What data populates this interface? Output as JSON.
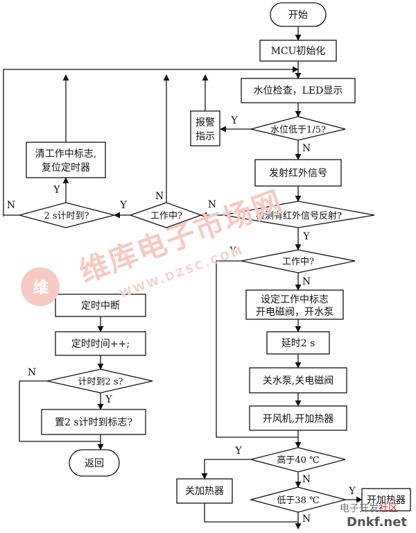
{
  "nodes": {
    "start": "开始",
    "mcu_init": "MCU初始化",
    "water_check": "水位检查，LED显示",
    "water_low": "水位低于1/5?",
    "alarm_line1": "报警",
    "alarm_line2": "指示",
    "ir_emit": "发射红外信号",
    "ir_detect": "检测有红外信号反射?",
    "working_left": "工作中?",
    "timer_2s_check": "2 s计时到?",
    "clear_line1": "清工作中标志,",
    "clear_line2": "复位定时器",
    "working_center": "工作中?",
    "set_line1": "设定工作中标志",
    "set_line2": "开电磁阀，开水泵",
    "delay": "延时2 s",
    "pump_off": "关水泵,关电磁阀",
    "fan_heater_on": "开风机,开加热器",
    "above_40": "高于40 ℃",
    "heater_off": "关加热器",
    "below_38": "低于38 ℃",
    "heater_on": "开加热器",
    "isr_start": "定时中断",
    "isr_inc": "定时时间++;",
    "isr_check": "计时到2 s?",
    "isr_set_flag": "置2 s计时到标志?",
    "isr_return": "返回"
  },
  "labels": {
    "y": "Y",
    "n": "N"
  },
  "watermark": {
    "main": "维库电子市场网",
    "url": "WWW.DZSC.COM",
    "logo": "维",
    "corner_a": "电子开发",
    "corner_b": "社区",
    "corner_c": "Dnkf.net"
  }
}
